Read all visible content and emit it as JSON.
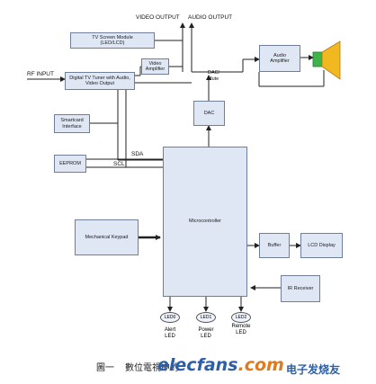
{
  "labels": {
    "video_output": "VIDEO OUTPUT",
    "audio_output": "AUDIO OUTPUT",
    "rf_input": "RF INPUT",
    "dac_mute": "DAC/\nMute",
    "sda": "SDA",
    "scl": "SCL"
  },
  "blocks": {
    "tv_screen_module": "TV Screen Module\n(LED/LCD)",
    "video_amplifier": "Video\nAmplifier",
    "audio_amplifier": "Audio\nAmplifier",
    "digital_tv_tuner": "Digital TV Tuner with Audio,\nVideo Output",
    "smartcard_interface": "Smartcard\nInterface",
    "eeprom": "EEPROM",
    "dac": "DAC",
    "microcontroller": "Microcontroller",
    "mechanical_keypad": "Mechanical Keypad",
    "buffer": "Buffer",
    "lcd_display": "LCD Display",
    "ir_receiver": "IR Receiver"
  },
  "leds": [
    {
      "id": "LED0",
      "caption": "Alert\nLED"
    },
    {
      "id": "LED1",
      "caption": "Power\nLED"
    },
    {
      "id": "LED2",
      "caption": "Remote\nLED"
    }
  ],
  "caption": {
    "prefix": "圖一",
    "text": "數位電視中的"
  },
  "watermark": {
    "text_a": "elec",
    "text_b": "fans",
    "text_c": ".com",
    "text_cn": "电子发烧友"
  },
  "colors": {
    "block_fill": "#dfe7f5",
    "block_border": "#6f7f99",
    "speaker_green": "#3db34a",
    "speaker_cone": "#f2b81f",
    "watermark_blue": "#2d5fa8",
    "watermark_orange": "#e07a1f"
  }
}
